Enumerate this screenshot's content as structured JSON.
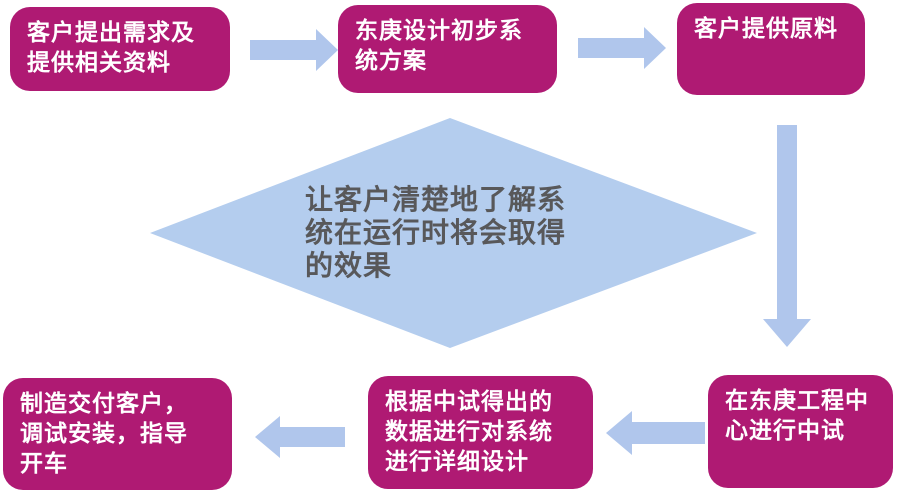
{
  "colors": {
    "background": "#ffffff",
    "box_fill": "#af1a73",
    "box_text": "#ffffff",
    "arrow_fill": "#b0c6ec",
    "diamond_fill": "#b4cdee",
    "diamond_text": "#58585a"
  },
  "flowchart": {
    "steps": [
      {
        "id": 1,
        "label": "客户提出需求及\n提供相关资料"
      },
      {
        "id": 2,
        "label": "东庚设计初步系\n统方案"
      },
      {
        "id": 3,
        "label": "客户提供原料"
      },
      {
        "id": 4,
        "label": "在东庚工程中\n心进行中试"
      },
      {
        "id": 5,
        "label": "根据中试得出的\n数据进行对系统\n进行详细设计"
      },
      {
        "id": 6,
        "label": "制造交付客户，\n调试安装，指导\n开车"
      }
    ],
    "note_diamond": {
      "label": "让客户清楚地了解系\n统在运行时将会取得\n的效果"
    },
    "connectors": [
      {
        "from": 1,
        "to": 2,
        "direction": "right"
      },
      {
        "from": 2,
        "to": 3,
        "direction": "right"
      },
      {
        "from": 3,
        "to": 4,
        "direction": "down"
      },
      {
        "from": 4,
        "to": 5,
        "direction": "left"
      },
      {
        "from": 5,
        "to": 6,
        "direction": "left"
      }
    ]
  }
}
